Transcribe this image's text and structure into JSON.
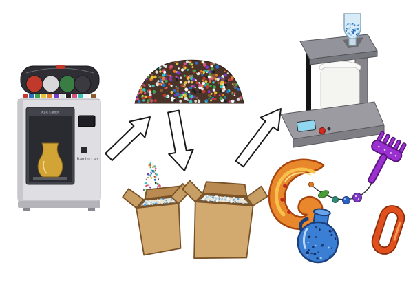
{
  "diagram": {
    "description": "3D printing plastic recycling cycle",
    "nodes": [
      {
        "id": "printer",
        "name": "desktop 3D printer"
      },
      {
        "id": "shredded-plastic",
        "name": "pile of shredded multicolor plastic waste"
      },
      {
        "id": "pellet-boxes",
        "name": "cardboard boxes filled with recycled plastic pellets"
      },
      {
        "id": "extruder",
        "name": "benchtop injection press with pellet hopper bottle"
      },
      {
        "id": "recycled-objects",
        "name": "objects made from recycled plastic",
        "items": [
          "purple rake comb",
          "bead necklace",
          "blue speckled vase",
          "orange carabiner",
          "orange paisley ornament"
        ]
      }
    ],
    "arrows": [
      {
        "from": "printer",
        "to": "shredded-plastic"
      },
      {
        "from": "shredded-plastic",
        "to": "pellet-boxes"
      },
      {
        "from": "pellet-boxes",
        "to": "extruder"
      }
    ]
  },
  "printer": {
    "brand_label": "Bambu Lab",
    "model_label": "X1-C Carbon"
  },
  "palette": {
    "confetti": [
      "#c23b2e",
      "#2e6fc2",
      "#3fa34d",
      "#e8c23a",
      "#e87a2e",
      "#7a3bc2",
      "#e0e0e0",
      "#222222",
      "#d4547a",
      "#3ac2b8",
      "#f5f5f5",
      "#8a5a2e"
    ],
    "pellets": [
      "#9ecae8",
      "#ffffff",
      "#6aa7d8",
      "#e8e8e8",
      "#4a90d9",
      "#c8e4f4"
    ],
    "bottle": [
      "#4a90d9",
      "#2e6fc2",
      "#9ecae8",
      "#6ab0e8",
      "#1f4fa0"
    ],
    "vase": [
      "#12306e",
      "#0e2454",
      "#9cc8f4",
      "#e8f2fc",
      "#1a3f7a"
    ],
    "box": "#d2a96f",
    "machine": "#97979d",
    "arrow_fill": "#ffffff",
    "arrow_stroke": "#1a1a1a",
    "spools": [
      "#c0392b",
      "#d8d8da",
      "#3a7d44",
      "#3a3a40"
    ]
  }
}
